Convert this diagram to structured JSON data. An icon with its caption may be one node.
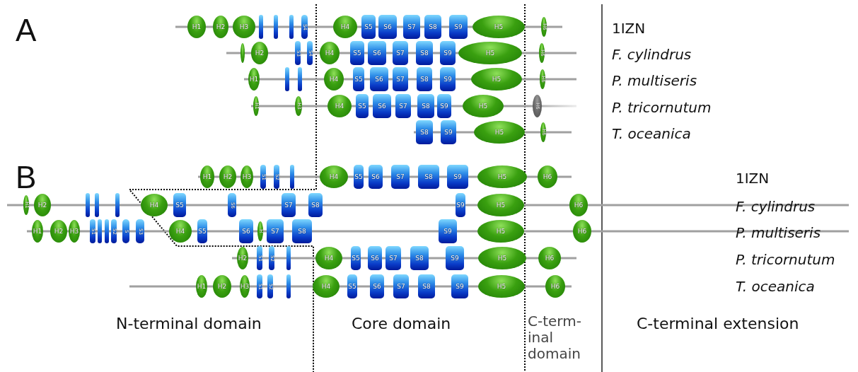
{
  "diagram": {
    "nodes": [
      {
        "text": [
          "H1"
        ]
      },
      {
        "text": [
          "H2"
        ]
      },
      {
        "text": [
          "H3"
        ]
      },
      {
        "text": [],
        "shape": "bar"
      },
      {
        "text": [],
        "shape": "bar"
      },
      {
        "text": [],
        "shape": "bar"
      },
      {
        "text": [
          "S4"
        ]
      },
      {
        "text": [
          "H4"
        ]
      },
      {
        "text": [
          "S5"
        ]
      },
      {
        "text": [
          "S6"
        ]
      },
      {
        "text": [
          "S7"
        ]
      },
      {
        "text": [
          "S8"
        ]
      },
      {
        "text": [
          "S9"
        ]
      },
      {
        "text": [
          "H5"
        ]
      },
      {
        "text": [
          "H6"
        ]
      },
      {
        "text": [],
        "shape": "ellipse"
      },
      {
        "text": [
          "H2"
        ]
      },
      {
        "text": [
          "S3"
        ]
      },
      {
        "text": [
          "S4"
        ]
      },
      {
        "text": [
          "H4"
        ]
      },
      {
        "text": [
          "S5"
        ]
      },
      {
        "text": [
          "S6"
        ]
      },
      {
        "text": [
          "S7"
        ]
      },
      {
        "text": [
          "S8"
        ]
      },
      {
        "text": [
          "S9"
        ]
      },
      {
        "text": [
          "H5"
        ]
      },
      {
        "text": [
          "H6"
        ]
      },
      {
        "text": [
          "H1"
        ]
      },
      {
        "text": [],
        "shape": "bar"
      },
      {
        "text": [],
        "shape": "bar"
      },
      {
        "text": [
          "H4"
        ]
      },
      {
        "text": [
          "S5"
        ]
      },
      {
        "text": [
          "S6"
        ]
      },
      {
        "text": [
          "S7"
        ]
      },
      {
        "text": [
          "S8"
        ]
      },
      {
        "text": [
          "S9"
        ]
      },
      {
        "text": [
          "H5"
        ]
      },
      {
        "text": [
          "H6"
        ]
      },
      {
        "text": [
          "H1"
        ]
      },
      {
        "text": [
          "H3"
        ]
      },
      {
        "text": [
          "H4"
        ]
      },
      {
        "text": [
          "S5"
        ]
      },
      {
        "text": [
          "S6"
        ]
      },
      {
        "text": [
          "S7"
        ]
      },
      {
        "text": [
          "S8"
        ]
      },
      {
        "text": [
          "S9"
        ]
      },
      {
        "text": [
          "H5"
        ]
      },
      {
        "text": [
          "H6"
        ]
      },
      {
        "text": [
          "S8"
        ]
      },
      {
        "text": [
          "S9"
        ]
      },
      {
        "text": [
          "H5"
        ]
      },
      {
        "text": [
          "H6"
        ]
      },
      {
        "text": [
          "H1"
        ]
      },
      {
        "text": [
          "H2"
        ]
      },
      {
        "text": [
          "H3"
        ]
      },
      {
        "text": [
          "S1"
        ]
      },
      {
        "text": [
          "S2"
        ]
      },
      {
        "text": [],
        "shape": "bar"
      },
      {
        "text": [
          "H4"
        ]
      },
      {
        "text": [
          "S5"
        ]
      },
      {
        "text": [
          "S6"
        ]
      },
      {
        "text": [
          "S7"
        ]
      },
      {
        "text": [
          "S8"
        ]
      },
      {
        "text": [
          "S9"
        ]
      },
      {
        "text": [
          "H5"
        ]
      },
      {
        "text": [
          "H6"
        ]
      },
      {
        "text": [
          "H1"
        ]
      },
      {
        "text": [
          "H2"
        ]
      },
      {
        "text": [],
        "shape": "bar"
      },
      {
        "text": [],
        "shape": "bar"
      },
      {
        "text": [],
        "shape": "bar"
      },
      {
        "text": [
          "H4"
        ]
      },
      {
        "text": [
          "S5"
        ]
      },
      {
        "text": [
          "S6"
        ]
      },
      {
        "text": [
          "S7"
        ]
      },
      {
        "text": [
          "S8"
        ]
      },
      {
        "text": [
          "S9"
        ]
      },
      {
        "text": [
          "H5"
        ]
      },
      {
        "text": [
          "H6"
        ]
      },
      {
        "text": [
          "H1"
        ]
      },
      {
        "text": [
          "H2"
        ]
      },
      {
        "text": [
          "H3"
        ]
      },
      {
        "text": [
          "S1"
        ]
      },
      {
        "text": [],
        "shape": "bar"
      },
      {
        "text": [],
        "shape": "bar"
      },
      {
        "text": [
          "S2"
        ]
      },
      {
        "text": [
          "S"
        ]
      },
      {
        "text": [
          "S3"
        ]
      },
      {
        "text": [
          "H4"
        ]
      },
      {
        "text": [
          "S5"
        ]
      },
      {
        "text": [
          "S6"
        ]
      },
      {
        "text": [
          "H"
        ]
      },
      {
        "text": [
          "S7"
        ]
      },
      {
        "text": [
          "S8"
        ]
      },
      {
        "text": [
          "S9"
        ]
      },
      {
        "text": [
          "H5"
        ]
      },
      {
        "text": [
          "H6"
        ]
      },
      {
        "text": [
          "H2"
        ]
      },
      {
        "text": [
          "S1"
        ]
      },
      {
        "text": [
          "S2"
        ]
      },
      {
        "text": [],
        "shape": "bar"
      },
      {
        "text": [
          "H4"
        ]
      },
      {
        "text": [
          "S5"
        ]
      },
      {
        "text": [
          "S6"
        ]
      },
      {
        "text": [
          "S7"
        ]
      },
      {
        "text": [
          "S8"
        ]
      },
      {
        "text": [
          "S9"
        ]
      },
      {
        "text": [
          "H5"
        ]
      },
      {
        "text": [
          "H6"
        ]
      },
      {
        "text": [
          "H1"
        ]
      },
      {
        "text": [
          "H2"
        ]
      },
      {
        "text": [
          "H3"
        ]
      },
      {
        "text": [
          "S1"
        ]
      },
      {
        "text": [
          "S2"
        ]
      },
      {
        "text": [],
        "shape": "bar"
      },
      {
        "text": [
          "H4"
        ]
      },
      {
        "text": [
          "S5"
        ]
      },
      {
        "text": [
          "S6"
        ]
      },
      {
        "text": [
          "S7"
        ]
      },
      {
        "text": [
          "S8"
        ]
      },
      {
        "text": [
          "S9"
        ]
      },
      {
        "text": [
          "H5"
        ]
      },
      {
        "text": [
          "H6"
        ]
      }
    ],
    "labels": [
      "A",
      "1IZN",
      "F. cylindrus",
      "P. multiseris",
      "P. tricornutum",
      "T. oceanica",
      "B",
      "1IZN",
      "F. cylindrus",
      "P. multiseris",
      "P. tricornutum",
      "T. oceanica",
      "N-terminal domain",
      "Core domain",
      "C-term- inal domain",
      "C-terminal extension"
    ]
  }
}
